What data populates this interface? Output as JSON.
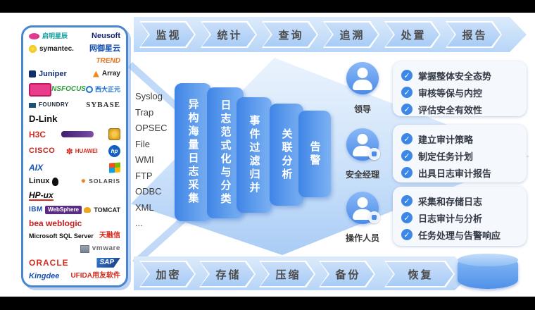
{
  "top_flow": {
    "items": [
      "监视",
      "统计",
      "查询",
      "追溯",
      "处置",
      "报告"
    ]
  },
  "bottom_flow": {
    "items": [
      "加密",
      "存储",
      "压缩",
      "备份",
      "恢复"
    ],
    "db_icon": "database-cylinder-icon"
  },
  "log_sources": {
    "protocols": [
      "Syslog",
      "Trap",
      "OPSEC",
      "File",
      "WMI",
      "FTP",
      "ODBC",
      "XML",
      "..."
    ]
  },
  "pipeline": {
    "stages": [
      "异构海量日志采集",
      "日志范式化与分类",
      "事件过滤归并",
      "关联分析",
      "告警"
    ]
  },
  "roles": [
    {
      "label": "领导",
      "icon": "person-bust-icon",
      "tasks": [
        "掌握整体安全态势",
        "审核等保与内控",
        "评估安全有效性"
      ]
    },
    {
      "label": "安全经理",
      "icon": "person-bust-icon",
      "tasks": [
        "建立审计策略",
        "制定任务计划",
        "出具日志审计报告"
      ]
    },
    {
      "label": "操作人员",
      "icon": "person-bust-icon",
      "tasks": [
        "采集和存储日志",
        "日志审计与分析",
        "任务处理与告警响应"
      ]
    }
  ],
  "icons": {
    "check": "✓"
  },
  "colors": {
    "band": "#b7d5f7",
    "step_fill": "#a8ccf6",
    "bar_start": "#3f85e6",
    "bar_end": "#7db2f3",
    "accent": "#3d87e8",
    "panel_border": "#4a86d0",
    "avatar": "#4b8ae6"
  },
  "vendors": {
    "rows": [
      {
        "align": "between",
        "items": [
          {
            "text": "启明星辰",
            "style": "venus"
          },
          {
            "text": "Neusoft",
            "style": "neusoft"
          }
        ]
      },
      {
        "align": "between",
        "items": [
          {
            "text": "symantec.",
            "style": "symantec"
          },
          {
            "text": "网御星云",
            "style": "leadsec"
          }
        ]
      },
      {
        "align": "right",
        "items": [
          {
            "text": "TREND",
            "style": "trend"
          }
        ]
      },
      {
        "align": "between",
        "items": [
          {
            "text": "Juniper",
            "style": "juniper"
          },
          {
            "text": "Array",
            "style": "array"
          }
        ]
      },
      {
        "align": "between",
        "items": [
          {
            "text": "",
            "style": "pinkbox"
          },
          {
            "text": "NSFOCUS",
            "style": "nsfocus"
          },
          {
            "text": "西大正元",
            "style": "cff"
          }
        ]
      },
      {
        "align": "between",
        "items": [
          {
            "text": "FOUNDRY",
            "style": "foundry"
          },
          {
            "text": "SYBASE",
            "style": "sybase"
          }
        ]
      },
      {
        "align": "left",
        "items": [
          {
            "text": "D-Link",
            "style": "dlink"
          }
        ]
      },
      {
        "align": "between",
        "items": [
          {
            "text": "H3C",
            "style": "h3c"
          },
          {
            "text": "",
            "style": "purplebar"
          },
          {
            "text": "",
            "style": "goldcrest"
          }
        ]
      },
      {
        "align": "between",
        "items": [
          {
            "text": "CISCO",
            "style": "cisco"
          },
          {
            "text": "HUAWEI",
            "style": "huawei"
          },
          {
            "text": "hp",
            "style": "hp"
          }
        ]
      },
      {
        "align": "between",
        "items": [
          {
            "text": "AIX",
            "style": "aix"
          },
          {
            "text": "",
            "style": "windows"
          }
        ]
      },
      {
        "align": "between",
        "items": [
          {
            "text": "Linux",
            "style": "linux"
          },
          {
            "text": "SOLARIS",
            "style": "solaris"
          }
        ]
      },
      {
        "align": "left",
        "items": [
          {
            "text": "HP-ux",
            "style": "hpux"
          }
        ]
      },
      {
        "align": "between",
        "items": [
          {
            "text": "IBM",
            "style": "ibm"
          },
          {
            "text": "WebSphere",
            "style": "websphere"
          },
          {
            "text": "TOMCAT",
            "style": "tomcat"
          }
        ]
      },
      {
        "align": "left",
        "items": [
          {
            "text": "bea weblogic",
            "style": "bea"
          }
        ]
      },
      {
        "align": "between",
        "items": [
          {
            "text": "Microsoft SQL Server",
            "style": "mssql"
          },
          {
            "text": "天融信",
            "style": "topsec"
          }
        ]
      },
      {
        "align": "right",
        "items": [
          {
            "text": "vmware",
            "style": "vmware"
          }
        ]
      },
      {
        "align": "between",
        "items": [
          {
            "text": "ORACLE",
            "style": "oracle"
          },
          {
            "text": "SAP",
            "style": "sap"
          }
        ]
      },
      {
        "align": "between",
        "items": [
          {
            "text": "Kingdee",
            "style": "kingdee"
          },
          {
            "text": "UFIDA用友软件",
            "style": "ufida"
          }
        ]
      }
    ]
  }
}
